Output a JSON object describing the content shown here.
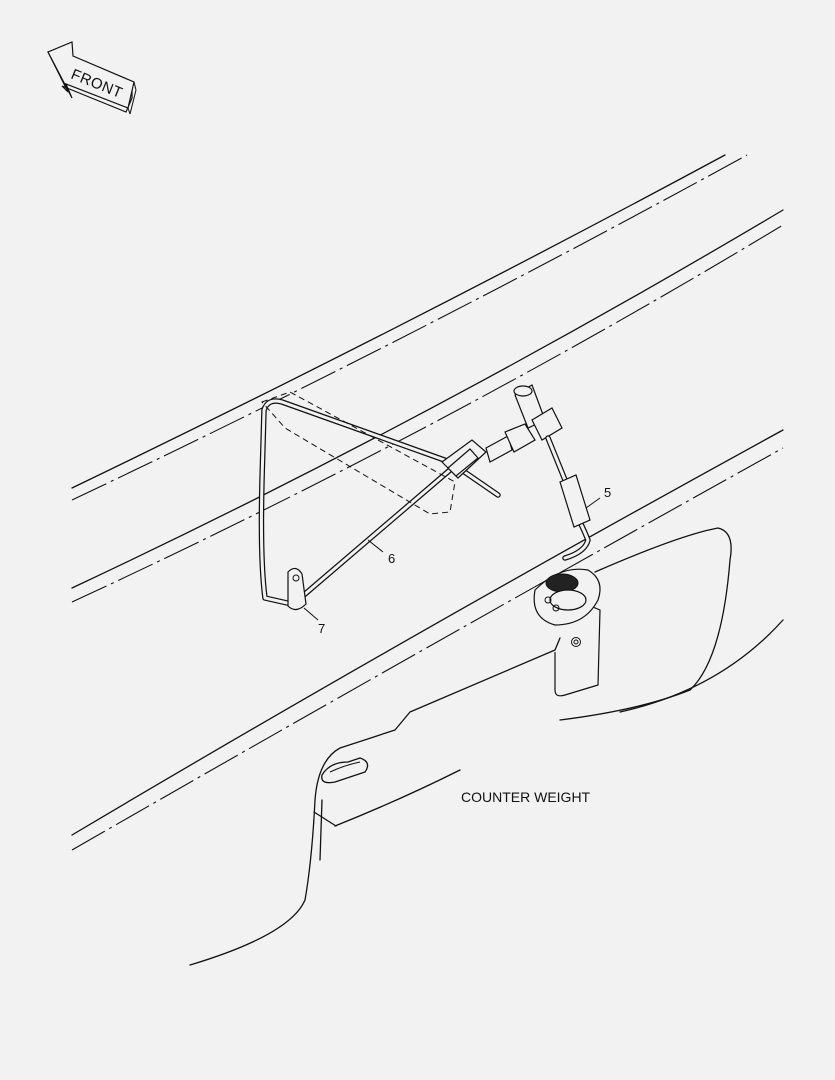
{
  "front_arrow": {
    "label": "FRONT",
    "icon": "front-arrow-icon"
  },
  "callouts": {
    "part_5": "5",
    "part_6": "6",
    "part_7": "7"
  },
  "labels": {
    "counter_weight": "COUNTER WEIGHT"
  },
  "colors": {
    "background": "#f2f2f2",
    "line": "#111111"
  }
}
